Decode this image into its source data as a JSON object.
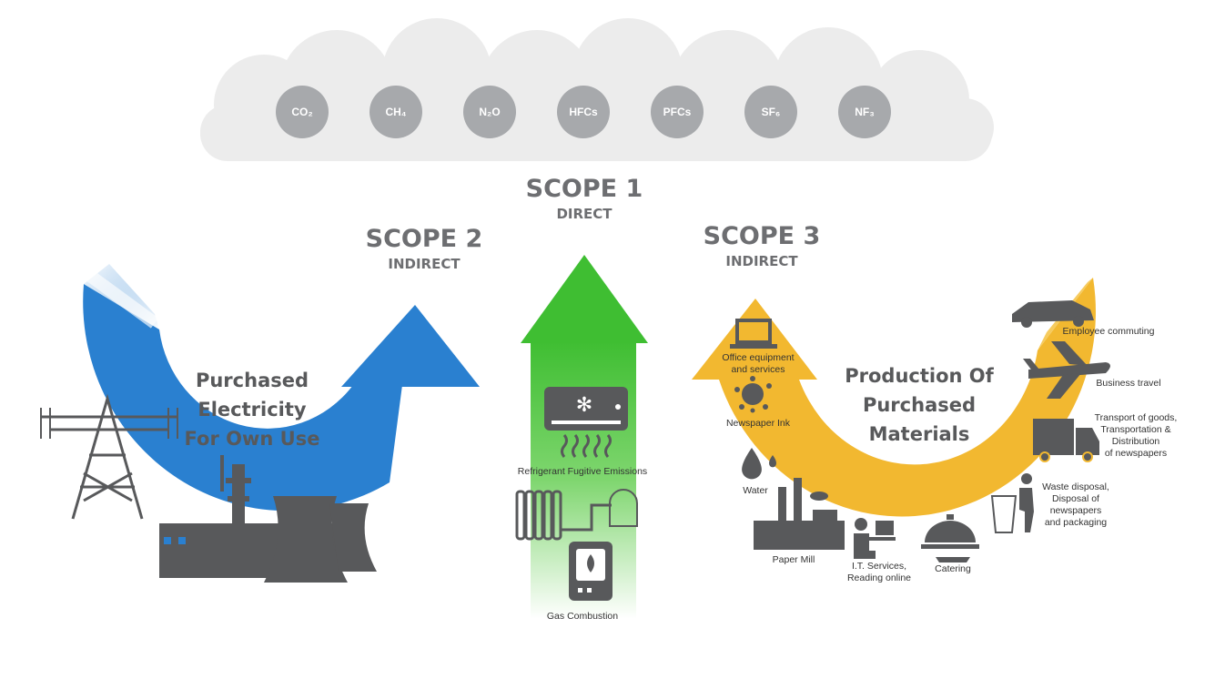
{
  "gases": [
    "CO₂",
    "CH₄",
    "N₂O",
    "HFCs",
    "PFCs",
    "SF₆",
    "NF₃"
  ],
  "scope1": {
    "title": "SCOPE 1",
    "subtitle": "DIRECT",
    "items": [
      "Refrigerant Fugitive Emissions",
      "Gas Combustion"
    ]
  },
  "scope2": {
    "title": "SCOPE 2",
    "subtitle": "INDIRECT",
    "center_lines": [
      "Purchased",
      "Electricity",
      "For Own Use"
    ]
  },
  "scope3": {
    "title": "SCOPE 3",
    "subtitle": "INDIRECT",
    "center_lines": [
      "Production Of",
      "Purchased",
      "Materials"
    ],
    "items": {
      "office": [
        "Office equipment",
        "and services"
      ],
      "ink": [
        "Newspaper Ink"
      ],
      "water": [
        "Water"
      ],
      "paper_mill": [
        "Paper Mill"
      ],
      "it": [
        "I.T. Services,",
        "Reading online"
      ],
      "catering": [
        "Catering"
      ],
      "waste": [
        "Waste disposal,",
        "Disposal of",
        "newspapers",
        "and packaging"
      ],
      "transport": [
        "Transport of goods,",
        "Transportation &",
        "Distribution",
        "of newspapers"
      ],
      "travel": [
        "Business travel"
      ],
      "commuting": [
        "Employee commuting"
      ]
    }
  },
  "colors": {
    "scope1_green": "#4cc43e",
    "scope2_blue": "#2a80d0",
    "scope3_yellow": "#f2b830",
    "gas_circle": "#a7a9ac",
    "cloud": "#eaeaea",
    "text_gray": "#6d6e71",
    "icon_gray": "#58595b"
  },
  "icons": [
    "transmission-tower",
    "power-plant",
    "air-conditioner",
    "heat-waves",
    "radiator",
    "boiler",
    "laptop",
    "ink-splat",
    "water-drop",
    "factory",
    "computer-user",
    "cloche",
    "trash-person",
    "truck",
    "airplane",
    "car"
  ]
}
